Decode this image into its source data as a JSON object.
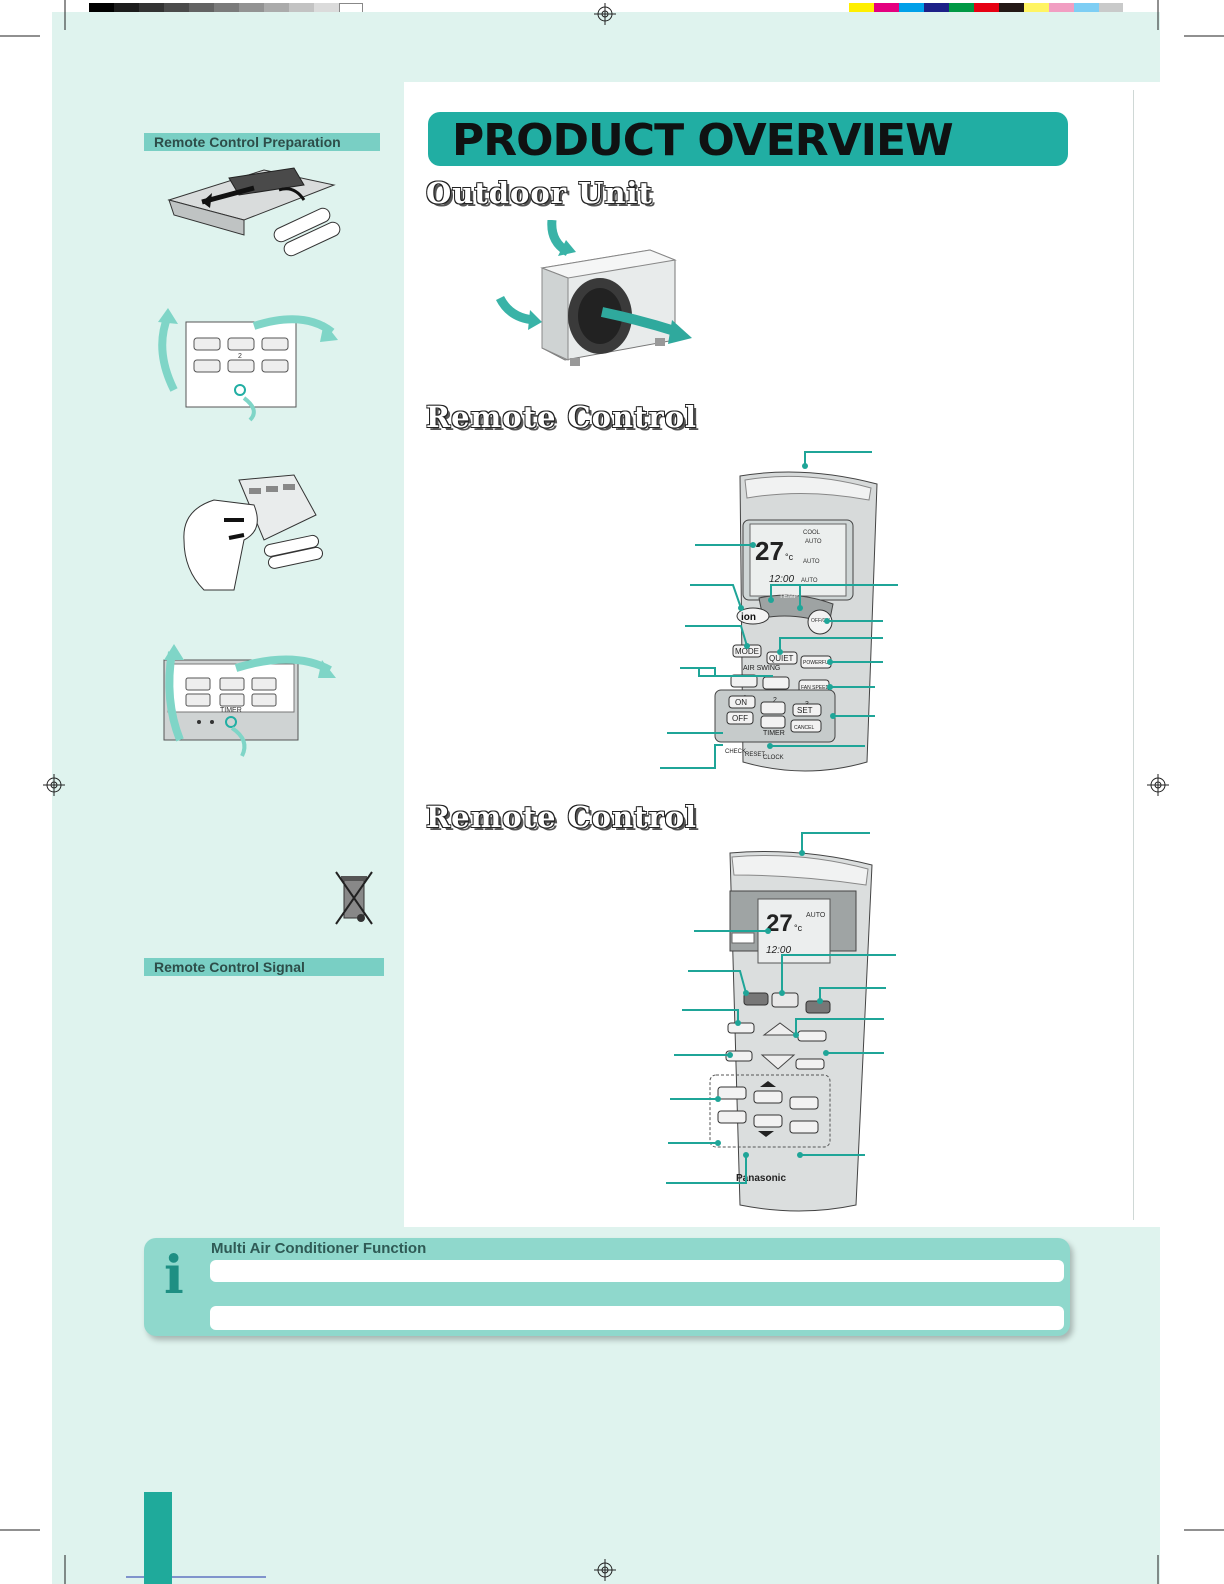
{
  "sidebar": {
    "prep_heading": "Remote Control Preparation",
    "signal_heading": "Remote Control Signal"
  },
  "main": {
    "title": "PRODUCT OVERVIEW",
    "outdoor_heading": "Outdoor Unit",
    "remote_heading_1": "Remote Control",
    "remote_heading_2": "Remote Control"
  },
  "remote1": {
    "temp": "27",
    "unit": "°c",
    "clock": "12:00",
    "mode_label": "COOL",
    "auto1": "AUTO",
    "auto2": "AUTO",
    "auto3": "AUTO",
    "temp_label": "TEMP",
    "ion_label": "ion",
    "offon_label": "OFF/ON",
    "mode_btn": "MODE",
    "quiet_btn": "QUIET",
    "powerful_btn": "POWERFUL",
    "air_swing": "AIR SWING",
    "fan_speed": "FAN SPEED",
    "on_btn": "ON",
    "off_btn": "OFF",
    "set_btn": "SET",
    "cancel_btn": "CANCEL",
    "timer_label": "TIMER",
    "check_label": "CHECK",
    "reset_label": "RESET",
    "clock_label": "CLOCK",
    "n1": "1",
    "n2": "2",
    "n3": "3"
  },
  "remote2": {
    "temp": "27",
    "unit": "°c",
    "clock": "12:00",
    "auto": "AUTO",
    "brand": "Panasonic"
  },
  "prep": {
    "number_label": "2",
    "timer_label": "TIMER"
  },
  "info": {
    "icon": "i",
    "heading": "Multi Air Conditioner Function"
  },
  "colors": {
    "accent": "#21aea3",
    "bleed": "#dff3ee",
    "sidebar_heading": "#79cfc4"
  }
}
